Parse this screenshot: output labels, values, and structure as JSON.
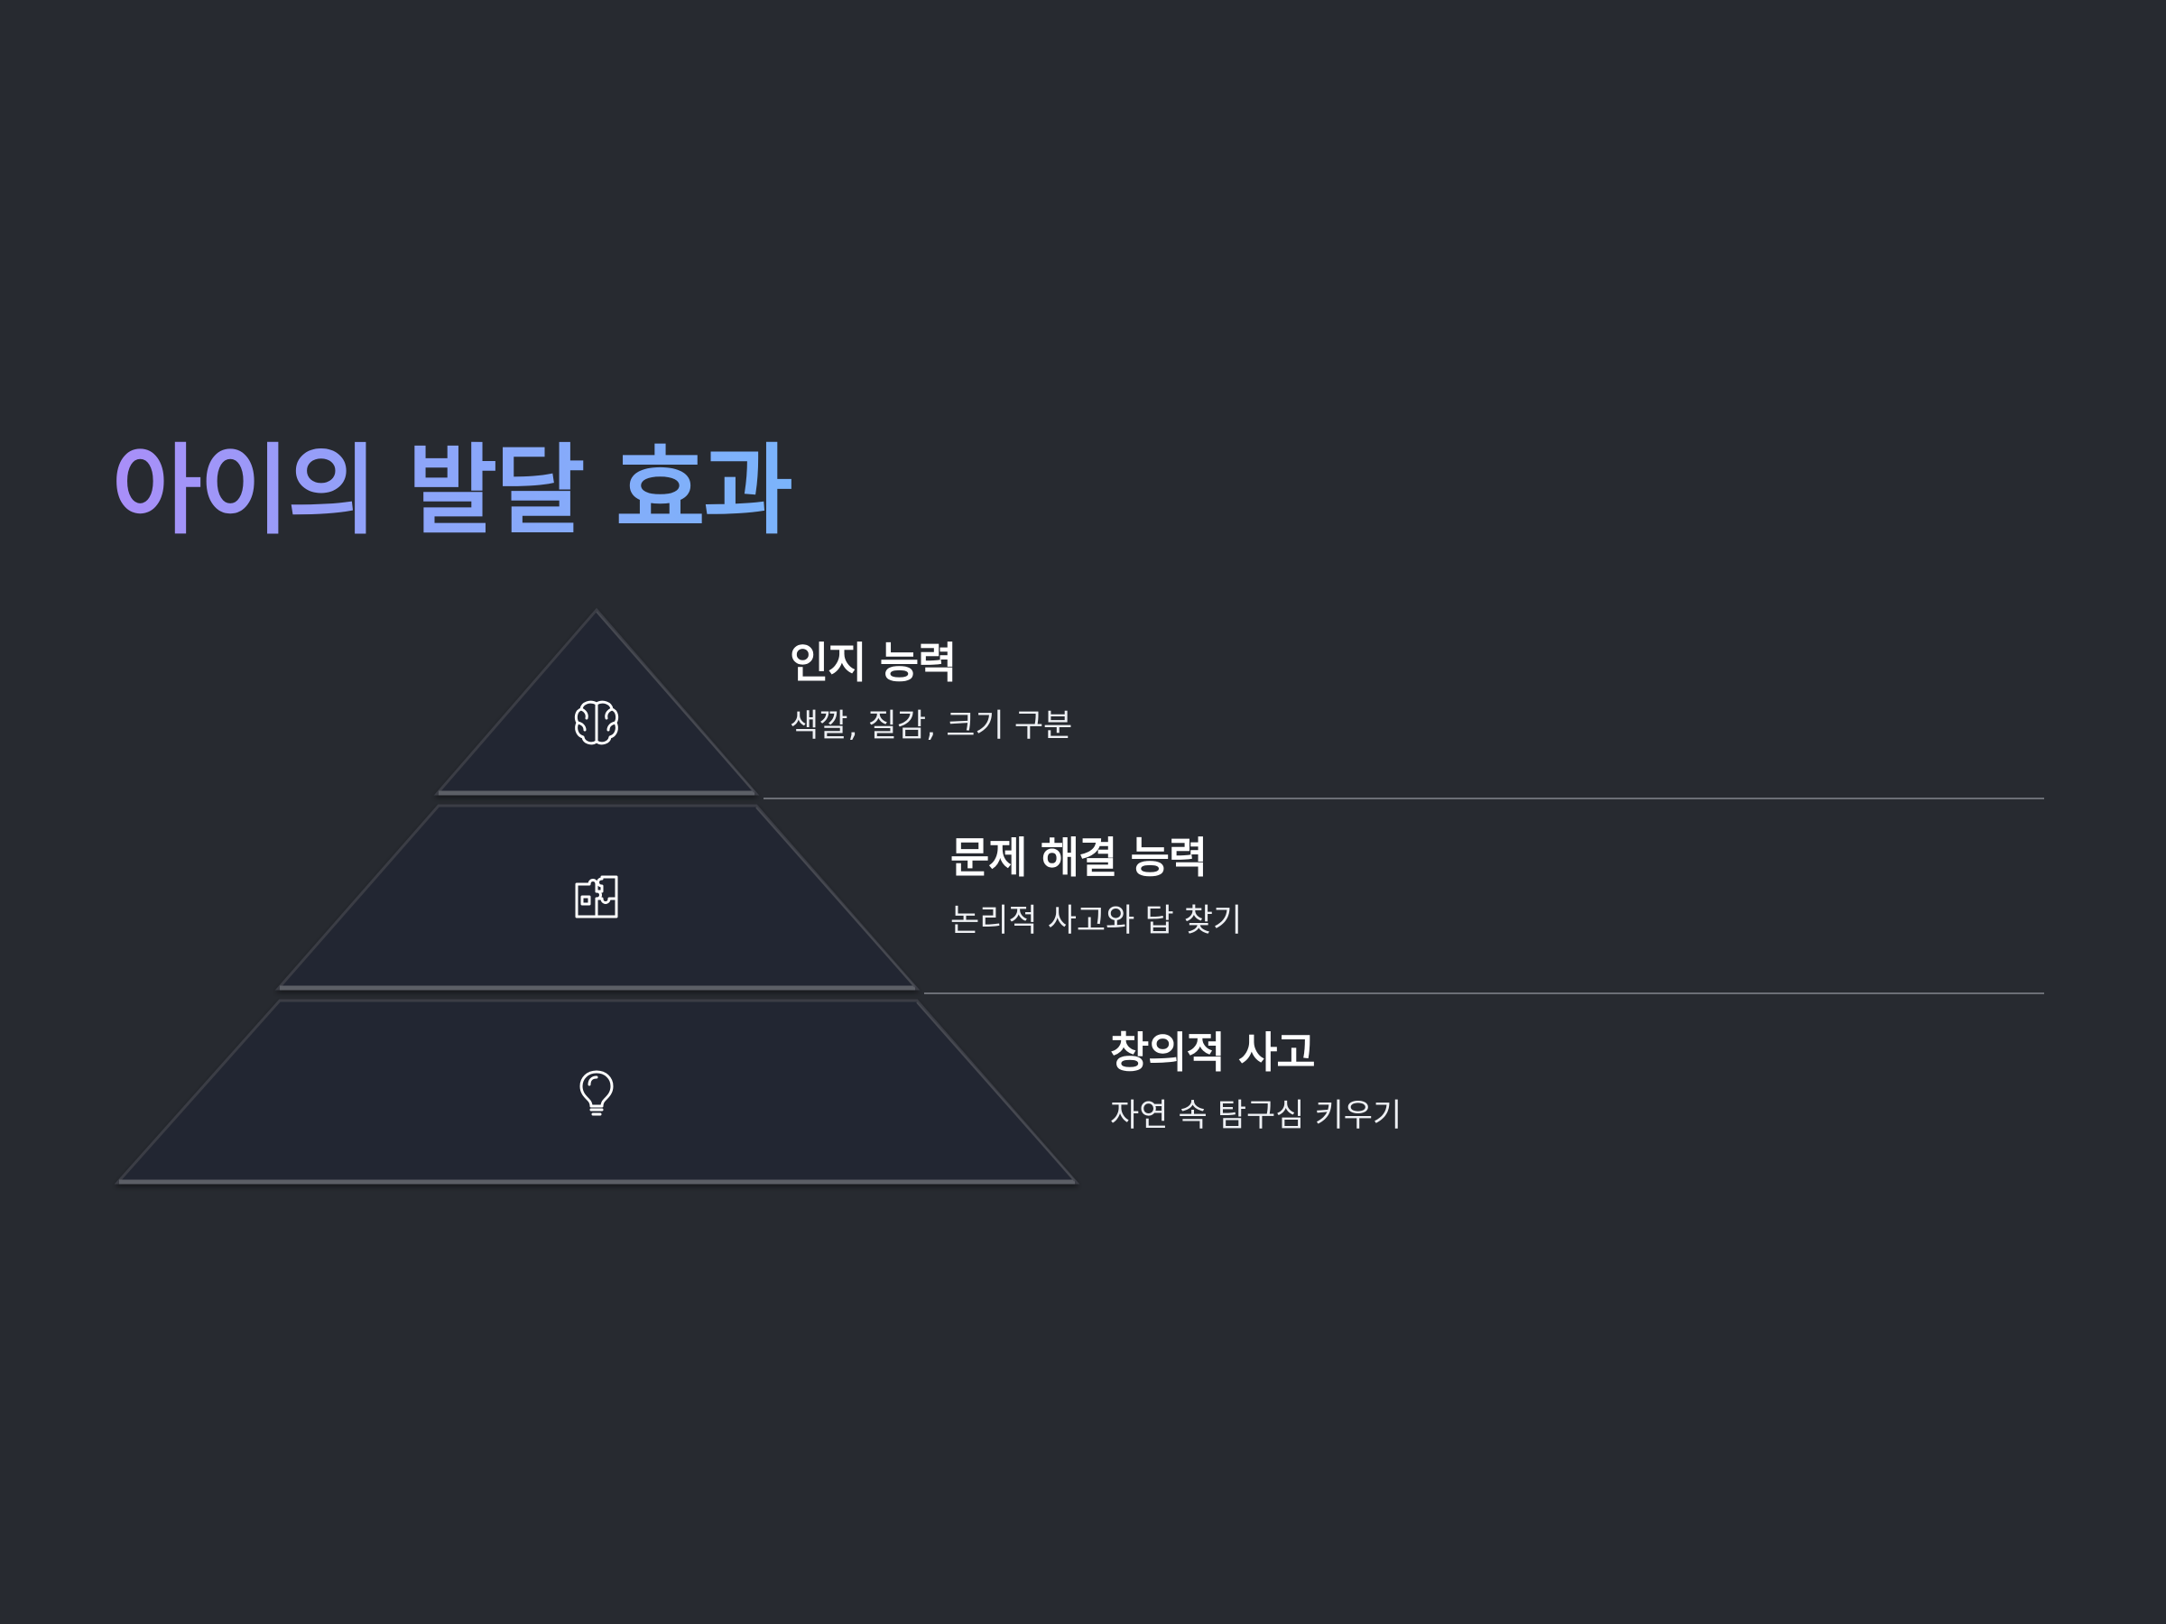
{
  "title": "아이의 발달 효과",
  "colors": {
    "background": "#272a30",
    "tier_fill": "#242730",
    "tier_edge": "#5b5e66",
    "divider": "#6c6f76",
    "title_gradient_start": "#a98ef8",
    "title_gradient_end": "#7bb4fb",
    "text": "#ffffff"
  },
  "tiers": [
    {
      "icon": "brain-icon",
      "title": "인지 능력",
      "description": "색깔, 질감, 크기 구분"
    },
    {
      "icon": "puzzle-icon",
      "title": "문제 해결 능력",
      "description": "논리적 사고와 답 찾기"
    },
    {
      "icon": "lightbulb-icon",
      "title": "창의적 사고",
      "description": "자연 속 탐구심 키우기"
    }
  ]
}
